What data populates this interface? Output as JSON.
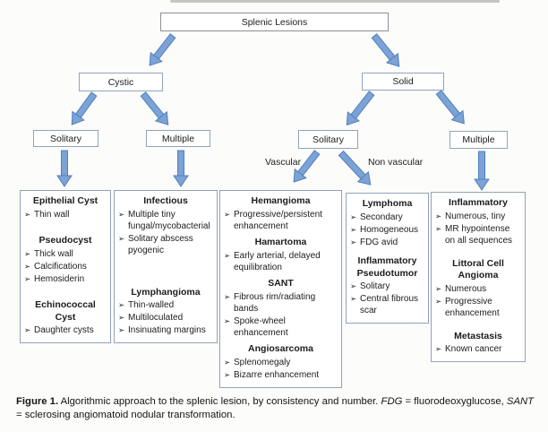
{
  "colors": {
    "arrow_fill": "#7CA2D6",
    "arrow_stroke": "#4F81BD",
    "box_border": "#93A3B8",
    "text": "#1C1C1C",
    "background": "#FCFCFB"
  },
  "ui": {
    "bullet_glyph": "➢"
  },
  "nodes": {
    "root": "Splenic Lesions",
    "cystic": "Cystic",
    "solid": "Solid",
    "cystic_solitary": "Solitary",
    "cystic_multiple": "Multiple",
    "solid_solitary": "Solitary",
    "solid_multiple": "Multiple"
  },
  "branch_labels": {
    "vascular": "Vascular",
    "non_vascular": "Non vascular"
  },
  "boxes": [
    {
      "name": "cystic-solitary",
      "sections": [
        {
          "title": "Epithelial Cyst",
          "bullets": [
            "Thin wall"
          ]
        },
        {
          "title": "Pseudocyst",
          "bullets": [
            "Thick wall",
            "Calcifications",
            "Hemosiderin"
          ]
        },
        {
          "title": "Echinococcal Cyst",
          "bullets": [
            "Daughter cysts"
          ]
        }
      ]
    },
    {
      "name": "cystic-multiple",
      "sections": [
        {
          "title": "Infectious",
          "bullets": [
            "Multiple tiny fungal/mycobacterial",
            "Solitary abscess pyogenic"
          ]
        },
        {
          "title": "Lymphangioma",
          "bullets": [
            "Thin-walled",
            "Multiloculated",
            "Insinuating margins"
          ]
        }
      ]
    },
    {
      "name": "solid-solitary-vascular",
      "sections": [
        {
          "title": "Hemangioma",
          "bullets": [
            "Progressive/persistent enhancement"
          ]
        },
        {
          "title": "Hamartoma",
          "bullets": [
            "Early arterial, delayed equilibration"
          ]
        },
        {
          "title": "SANT",
          "bullets": [
            "Fibrous rim/radiating bands",
            "Spoke-wheel enhancement"
          ]
        },
        {
          "title": "Angiosarcoma",
          "bullets": [
            "Splenomegaly",
            "Bizarre enhancement"
          ]
        }
      ]
    },
    {
      "name": "solid-solitary-nonvascular",
      "sections": [
        {
          "title": "Lymphoma",
          "bullets": [
            "Secondary",
            "Homogeneous",
            "FDG avid"
          ]
        },
        {
          "title": "Inflammatory Pseudotumor",
          "bullets": [
            "Solitary",
            "Central fibrous scar"
          ]
        }
      ]
    },
    {
      "name": "solid-multiple",
      "sections": [
        {
          "title": "Inflammatory",
          "bullets": [
            "Numerous, tiny",
            "MR hypointense on all sequences"
          ]
        },
        {
          "title": "Littoral Cell Angioma",
          "bullets": [
            "Numerous",
            "Progressive enhancement"
          ]
        },
        {
          "title": "Metastasis",
          "bullets": [
            "Known cancer"
          ]
        }
      ]
    }
  ],
  "caption": {
    "figure_label": "Figure 1.",
    "text_main": " Algorithmic approach to the splenic lesion, by consistency and number. ",
    "abbr1": "FDG",
    "def1": " = fluorodeoxyglucose, ",
    "abbr2": "SANT",
    "def2": " = sclerosing angiomatoid nodular transformation."
  }
}
